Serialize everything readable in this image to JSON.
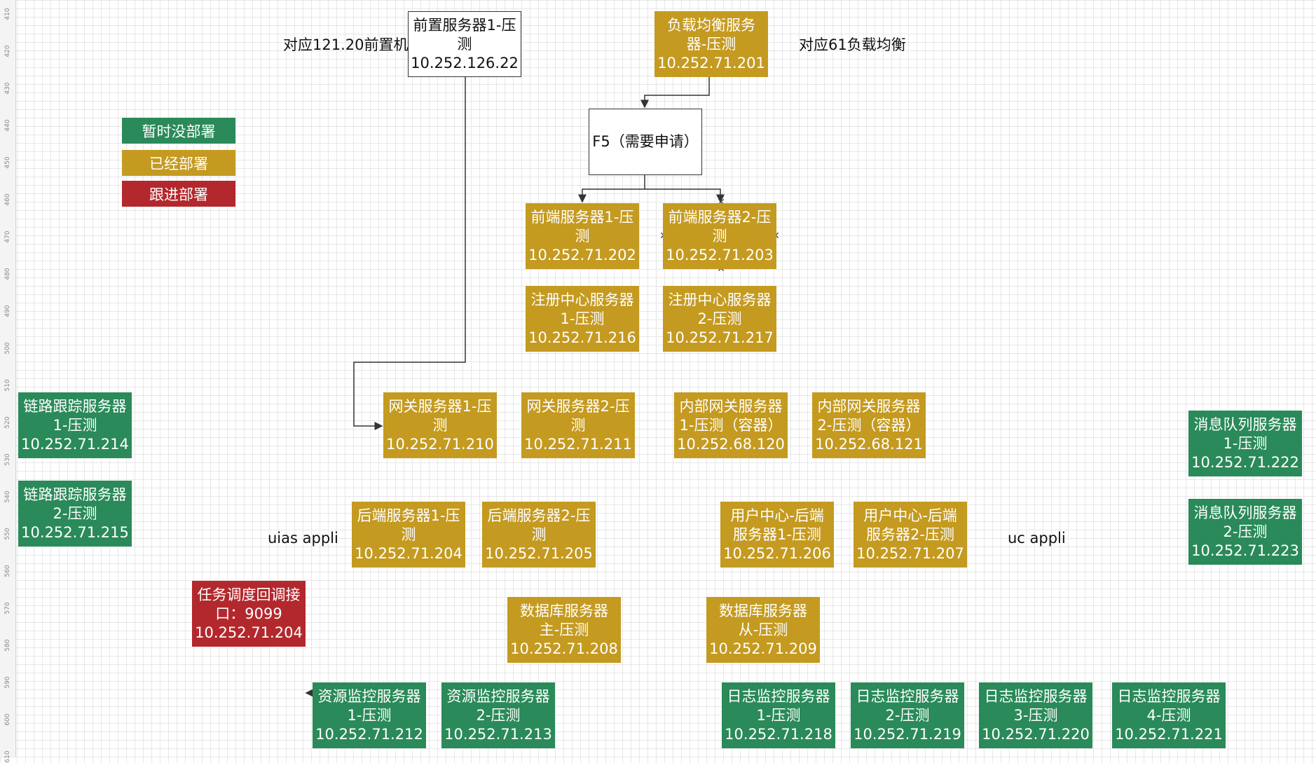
{
  "ruler_ticks": [
    "410",
    "420",
    "430",
    "440",
    "450",
    "460",
    "470",
    "480",
    "490",
    "500",
    "510",
    "520",
    "530",
    "540",
    "550",
    "560",
    "570",
    "580",
    "590",
    "600",
    "610"
  ],
  "legend": [
    {
      "label": "暂时没部署",
      "status": "pending"
    },
    {
      "label": "已经部署",
      "status": "deployed"
    },
    {
      "label": "跟进部署",
      "status": "followup"
    }
  ],
  "annotations": {
    "front_map": "对应121.20前置机",
    "lb_map": "对应61负载均衡",
    "uias": "uias appli",
    "uc": "uc appli"
  },
  "colors": {
    "deployed": "#c49a20",
    "pending": "#2a8a59",
    "followup": "#b3282d",
    "line": "#333333"
  },
  "nodes": {
    "front_proxy": {
      "lines": [
        "前置服务器1-压",
        "测",
        "10.252.126.22"
      ],
      "status": "plain"
    },
    "load_balancer": {
      "lines": [
        "负载均衡服务",
        "器-压测",
        "10.252.71.201"
      ],
      "status": "deployed"
    },
    "f5": {
      "lines": [
        "F5（需要申请）"
      ],
      "status": "plain"
    },
    "frontend1": {
      "lines": [
        "前端服务器1-压",
        "测",
        "10.252.71.202"
      ],
      "status": "deployed"
    },
    "frontend2": {
      "lines": [
        "前端服务器2-压",
        "测",
        "10.252.71.203"
      ],
      "status": "deployed"
    },
    "registry1": {
      "lines": [
        "注册中心服务器",
        "1-压测",
        "10.252.71.216"
      ],
      "status": "deployed"
    },
    "registry2": {
      "lines": [
        "注册中心服务器",
        "2-压测",
        "10.252.71.217"
      ],
      "status": "deployed"
    },
    "gateway1": {
      "lines": [
        "网关服务器1-压",
        "测",
        "10.252.71.210"
      ],
      "status": "deployed"
    },
    "gateway2": {
      "lines": [
        "网关服务器2-压",
        "测",
        "10.252.71.211"
      ],
      "status": "deployed"
    },
    "inner_gateway1": {
      "lines": [
        "内部网关服务器",
        "1-压测（容器）",
        "10.252.68.120"
      ],
      "status": "deployed"
    },
    "inner_gateway2": {
      "lines": [
        "内部网关服务器",
        "2-压测（容器）",
        "10.252.68.121"
      ],
      "status": "deployed"
    },
    "tracing1": {
      "lines": [
        "链路跟踪服务器",
        "1-压测",
        "10.252.71.214"
      ],
      "status": "pending"
    },
    "tracing2": {
      "lines": [
        "链路跟踪服务器",
        "2-压测",
        "10.252.71.215"
      ],
      "status": "pending"
    },
    "backend1": {
      "lines": [
        "后端服务器1-压",
        "测",
        "10.252.71.204"
      ],
      "status": "deployed"
    },
    "backend2": {
      "lines": [
        "后端服务器2-压",
        "测",
        "10.252.71.205"
      ],
      "status": "deployed"
    },
    "uc_backend1": {
      "lines": [
        "用户中心-后端",
        "服务器1-压测",
        "10.252.71.206"
      ],
      "status": "deployed"
    },
    "uc_backend2": {
      "lines": [
        "用户中心-后端",
        "服务器2-压测",
        "10.252.71.207"
      ],
      "status": "deployed"
    },
    "mq1": {
      "lines": [
        "消息队列服务器",
        "1-压测",
        "10.252.71.222"
      ],
      "status": "pending"
    },
    "mq2": {
      "lines": [
        "消息队列服务器",
        "2-压测",
        "10.252.71.223"
      ],
      "status": "pending"
    },
    "scheduler": {
      "lines": [
        "任务调度回调接",
        "口：9099",
        "10.252.71.204"
      ],
      "status": "followup"
    },
    "db_master": {
      "lines": [
        "数据库服务器",
        "主-压测",
        "10.252.71.208"
      ],
      "status": "deployed"
    },
    "db_slave": {
      "lines": [
        "数据库服务器",
        "从-压测",
        "10.252.71.209"
      ],
      "status": "deployed"
    },
    "res_mon1": {
      "lines": [
        "资源监控服务器",
        "1-压测",
        "10.252.71.212"
      ],
      "status": "pending"
    },
    "res_mon2": {
      "lines": [
        "资源监控服务器",
        "2-压测",
        "10.252.71.213"
      ],
      "status": "pending"
    },
    "log_mon1": {
      "lines": [
        "日志监控服务器",
        "1-压测",
        "10.252.71.218"
      ],
      "status": "pending"
    },
    "log_mon2": {
      "lines": [
        "日志监控服务器",
        "2-压测",
        "10.252.71.219"
      ],
      "status": "pending"
    },
    "log_mon3": {
      "lines": [
        "日志监控服务器",
        "3-压测",
        "10.252.71.220"
      ],
      "status": "pending"
    },
    "log_mon4": {
      "lines": [
        "日志监控服务器",
        "4-压测",
        "10.252.71.221"
      ],
      "status": "pending"
    }
  }
}
